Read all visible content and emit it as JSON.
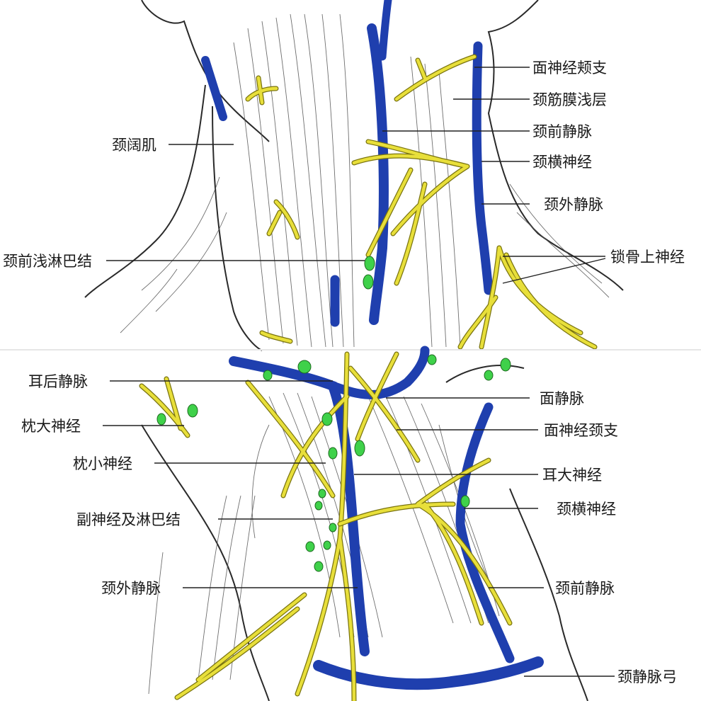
{
  "top_panel": {
    "labels": {
      "facial_buccal": "面神经颊支",
      "fascia_superficial": "颈筋膜浅层",
      "anterior_jugular_vein": "颈前静脉",
      "transverse_cervical_nerve": "颈横神经",
      "external_jugular_vein": "颈外静脉",
      "supraclavicular_nerve": "锁骨上神经",
      "platysma": "颈阔肌",
      "superficial_lymph_nodes": "颈前浅淋巴结"
    }
  },
  "bottom_panel": {
    "labels": {
      "posterior_auricular_vein": "耳后静脉",
      "greater_occipital_nerve": "枕大神经",
      "lesser_occipital_nerve": "枕小神经",
      "accessory_nerve_nodes": "副神经及淋巴结",
      "external_jugular_vein": "颈外静脉",
      "facial_vein": "面静脉",
      "facial_cervical_branch": "面神经颈支",
      "great_auricular_nerve": "耳大神经",
      "transverse_cervical_nerve": "颈横神经",
      "anterior_jugular_vein": "颈前静脉",
      "jugular_venous_arch": "颈静脉弓"
    }
  },
  "colors": {
    "vein": "#1f3fae",
    "nerve": "#e8df3a",
    "lymph_node": "#3fd14a"
  }
}
